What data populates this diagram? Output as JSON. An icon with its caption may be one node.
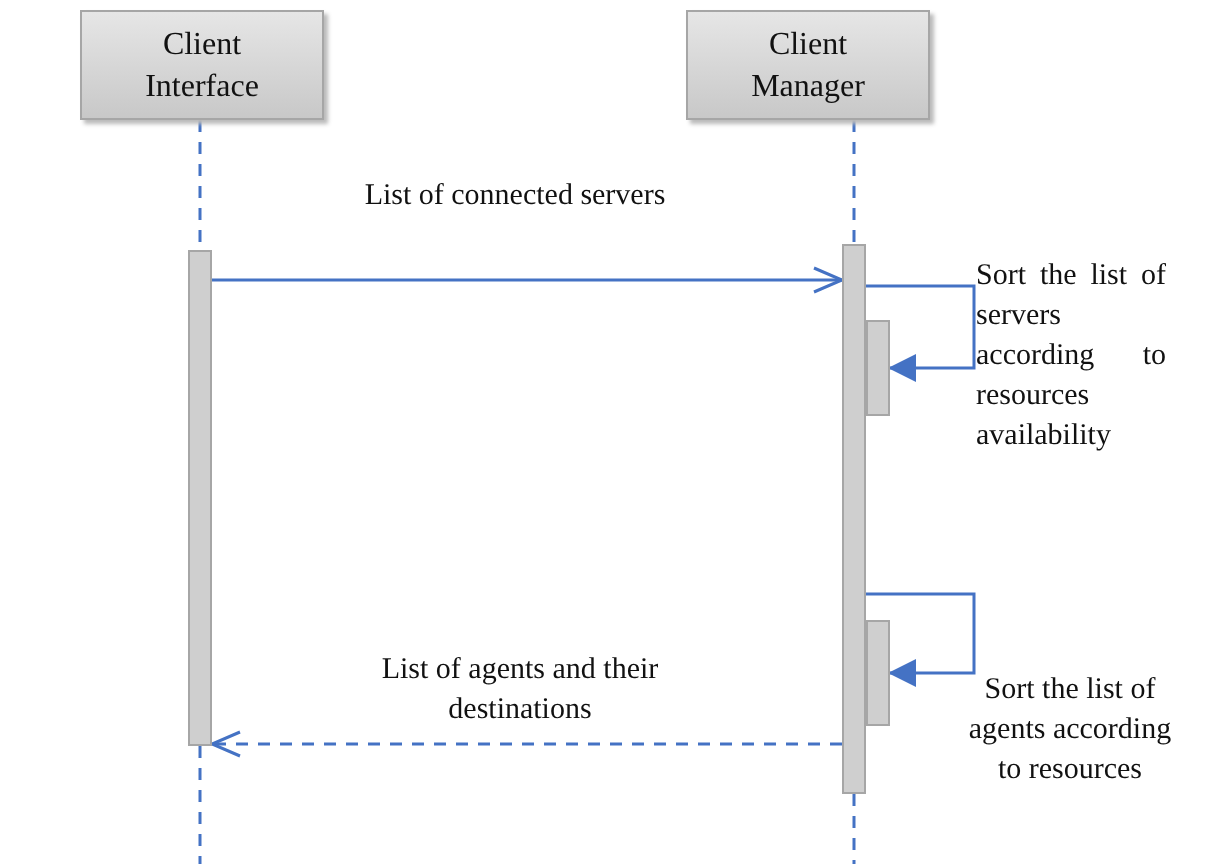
{
  "diagram": {
    "nodes": [
      {
        "text": [
          "Client Interface"
        ]
      },
      {
        "text": [
          "Client Manager"
        ]
      },
      {
        "text": [],
        "shape": "bar"
      },
      {
        "text": [],
        "shape": "bar"
      },
      {
        "text": [],
        "shape": "bar"
      },
      {
        "text": [],
        "shape": "bar"
      }
    ],
    "edges": [
      {
        "from": 0,
        "to": 2,
        "arrow": "none",
        "style": "dashed"
      },
      {
        "from": 1,
        "to": 3,
        "arrow": "none",
        "style": "dashed"
      },
      {
        "from": 2,
        "to": 3,
        "arrow": "to",
        "label": "List of connected servers"
      },
      {
        "from": 3,
        "to": 4,
        "arrow": "to",
        "label": "Sort the list of servers according to resources availability"
      },
      {
        "from": 3,
        "to": 5,
        "arrow": "to",
        "label": "Sort the list of agents according to resources"
      },
      {
        "from": 3,
        "to": 2,
        "arrow": "to",
        "style": "dashed",
        "label": "List of agents and their destinations"
      },
      {
        "from": 2,
        "to": null,
        "arrow": "none",
        "style": "dashed"
      },
      {
        "from": 3,
        "to": null,
        "arrow": "none",
        "style": "dashed"
      }
    ]
  }
}
